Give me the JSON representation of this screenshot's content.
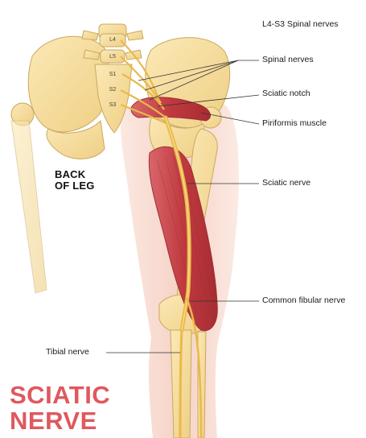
{
  "labels": {
    "spinal_nerves_l4_s3": "L4-S3 Spinal nerves",
    "spinal_nerves": "Spinal nerves",
    "sciatic_notch": "Sciatic notch",
    "piriformis_muscle": "Piriformis muscle",
    "sciatic_nerve": "Sciatic nerve",
    "common_fibular_nerve": "Common fibular nerve",
    "tibial_nerve": "Tibial nerve"
  },
  "vertebrae": [
    "L4",
    "L5",
    "S1",
    "S2",
    "S3"
  ],
  "side_label": {
    "line1": "BACK",
    "line2": "OF LEG"
  },
  "title": {
    "line1": "SCIATIC",
    "line2": "NERVE",
    "color": "#e0585f"
  },
  "colors": {
    "bone": "#f5dc98",
    "bone_outline": "#c9a861",
    "muscle": "#c84a4e",
    "muscle_dark": "#9e2f35",
    "nerve": "#e9b94a",
    "skin": "#f6d6cc"
  }
}
